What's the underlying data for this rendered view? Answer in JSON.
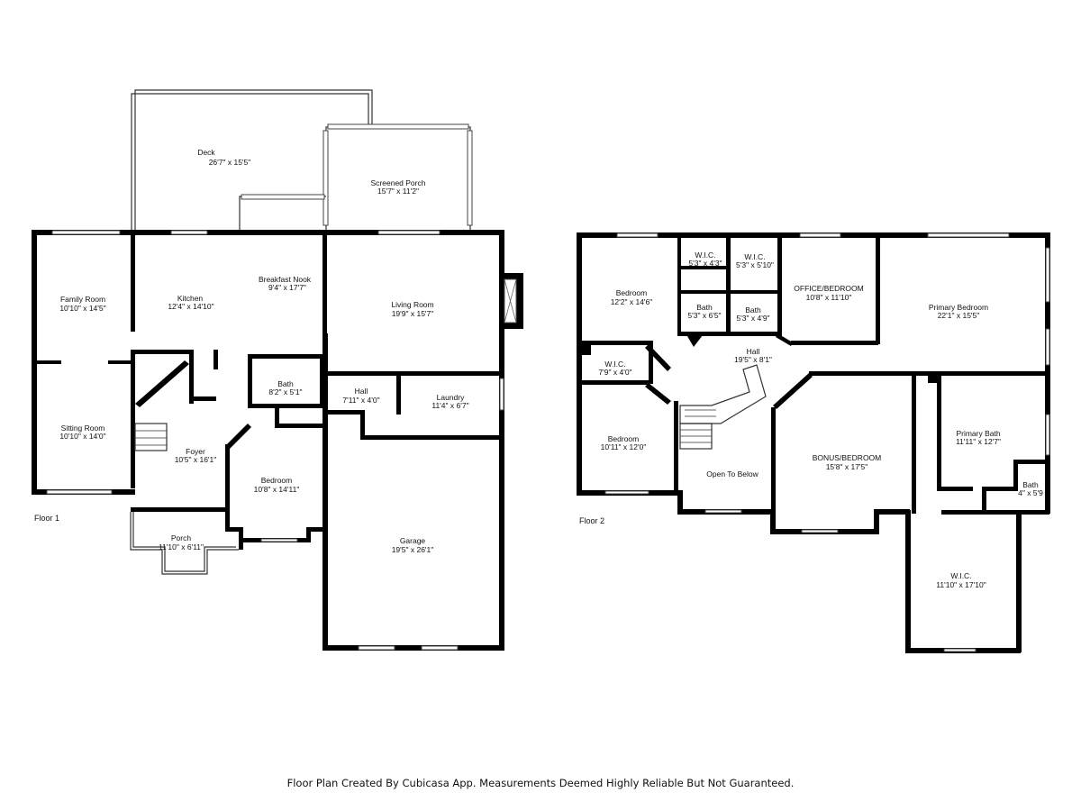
{
  "floor1": {
    "label": "Floor 1",
    "rooms": [
      {
        "key": "deck",
        "name": "Deck",
        "dims": "26'7\" x 15'5\""
      },
      {
        "key": "screened_porch",
        "name": "Screened Porch",
        "dims": "15'7\" x 11'2\""
      },
      {
        "key": "breakfast_nook",
        "name": "Breakfast Nook",
        "dims": "9'4\" x 17'7\""
      },
      {
        "key": "family_room",
        "name": "Family Room",
        "dims": "10'10\" x 14'5\""
      },
      {
        "key": "kitchen",
        "name": "Kitchen",
        "dims": "12'4\" x 14'10\""
      },
      {
        "key": "living_room",
        "name": "Living Room",
        "dims": "19'9\" x 15'7\""
      },
      {
        "key": "bath",
        "name": "Bath",
        "dims": "8'2\" x 5'1\""
      },
      {
        "key": "hall",
        "name": "Hall",
        "dims": "7'11\" x 4'0\""
      },
      {
        "key": "laundry",
        "name": "Laundry",
        "dims": "11'4\" x 6'7\""
      },
      {
        "key": "sitting_room",
        "name": "Sitting Room",
        "dims": "10'10\" x 14'0\""
      },
      {
        "key": "foyer",
        "name": "Foyer",
        "dims": "10'5\" x 16'1\""
      },
      {
        "key": "bedroom",
        "name": "Bedroom",
        "dims": "10'8\" x 14'11\""
      },
      {
        "key": "porch",
        "name": "Porch",
        "dims": "11'10\" x 6'11\""
      },
      {
        "key": "garage",
        "name": "Garage",
        "dims": "19'5\" x 26'1\""
      }
    ]
  },
  "floor2": {
    "label": "Floor 2",
    "rooms": [
      {
        "key": "bedroom_a",
        "name": "Bedroom",
        "dims": "12'2\" x 14'6\""
      },
      {
        "key": "wic_a",
        "name": "W.I.C.",
        "dims": "5'3\" x 4'3\""
      },
      {
        "key": "wic_b",
        "name": "W.I.C.",
        "dims": "5'3\" x 5'10\""
      },
      {
        "key": "office_bedroom",
        "name": "OFFICE/BEDROOM",
        "dims": "10'8\" x 11'10\""
      },
      {
        "key": "primary_bedroom",
        "name": "Primary Bedroom",
        "dims": "22'1\" x 15'5\""
      },
      {
        "key": "bath_a",
        "name": "Bath",
        "dims": "5'3\" x 6'5\""
      },
      {
        "key": "bath_b",
        "name": "Bath",
        "dims": "5'3\" x 4'9\""
      },
      {
        "key": "hall",
        "name": "Hall",
        "dims": "19'5\" x 8'1\""
      },
      {
        "key": "wic_c",
        "name": "W.I.C.",
        "dims": "7'9\" x 4'0\""
      },
      {
        "key": "bedroom_b",
        "name": "Bedroom",
        "dims": "10'11\" x 12'0\""
      },
      {
        "key": "open_to_below",
        "name": "Open To Below",
        "dims": ""
      },
      {
        "key": "bonus_bedroom",
        "name": "BONUS/BEDROOM",
        "dims": "15'8\" x 17'5\""
      },
      {
        "key": "primary_bath",
        "name": "Primary Bath",
        "dims": "11'11\" x 12'7\""
      },
      {
        "key": "bath_c",
        "name": "Bath",
        "dims": "4\" x 5'9"
      },
      {
        "key": "wic_d",
        "name": "W.I.C.",
        "dims": "11'10\" x 17'10\""
      }
    ]
  },
  "footer": "Floor Plan Created By Cubicasa App. Measurements Deemed Highly Reliable But Not Guaranteed."
}
